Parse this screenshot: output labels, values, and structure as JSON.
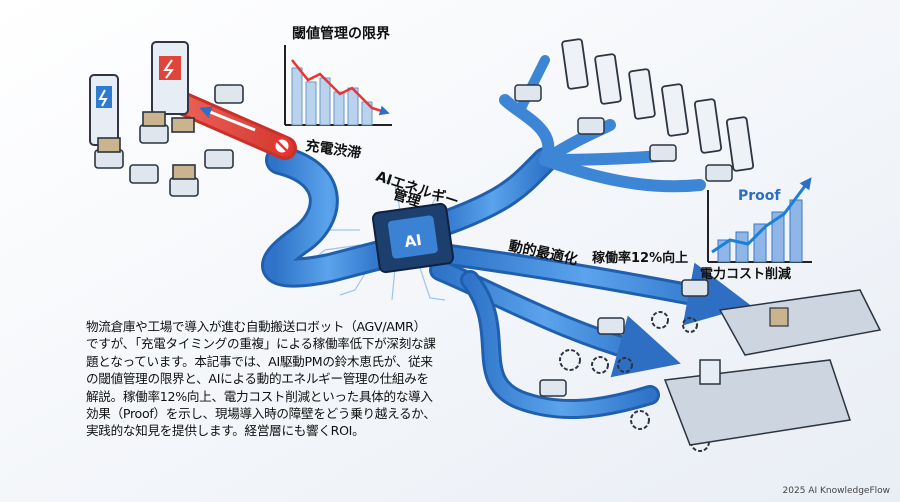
{
  "labels": {
    "threshold_title": "閾値管理の限界",
    "congestion": "充電渋滞",
    "ai_energy_line1": "AIエネルギー",
    "ai_energy_line2": "管理",
    "ai_chip": "AI",
    "dynamic": "動的最適化",
    "utilization": "稼働率12%向上",
    "cost": "電力コスト削減",
    "proof": "Proof"
  },
  "body_text": "物流倉庫や工場で導入が進む自動搬送ロボット（AGV/AMR）ですが、「充電タイミングの重複」による稼働率低下が深刻な課題となっています。本記事では、AI駆動PMの鈴木恵氏が、従来の閾値管理の限界と、AIによる動的エネルギー管理の仕組みを解説。稼働率12%向上、電力コスト削減といった具体的な導入効果（Proof）を示し、現場導入時の障壁をどう乗り越えるか、実践的な知見を提供します。経営層にも響くROI。",
  "footer": "2025 AI KnowledgeFlow",
  "colors": {
    "path": "#3d86d6",
    "path_dark": "#1f5fae",
    "warning": "#e8433a",
    "chart_line": "#1e7fd8"
  }
}
